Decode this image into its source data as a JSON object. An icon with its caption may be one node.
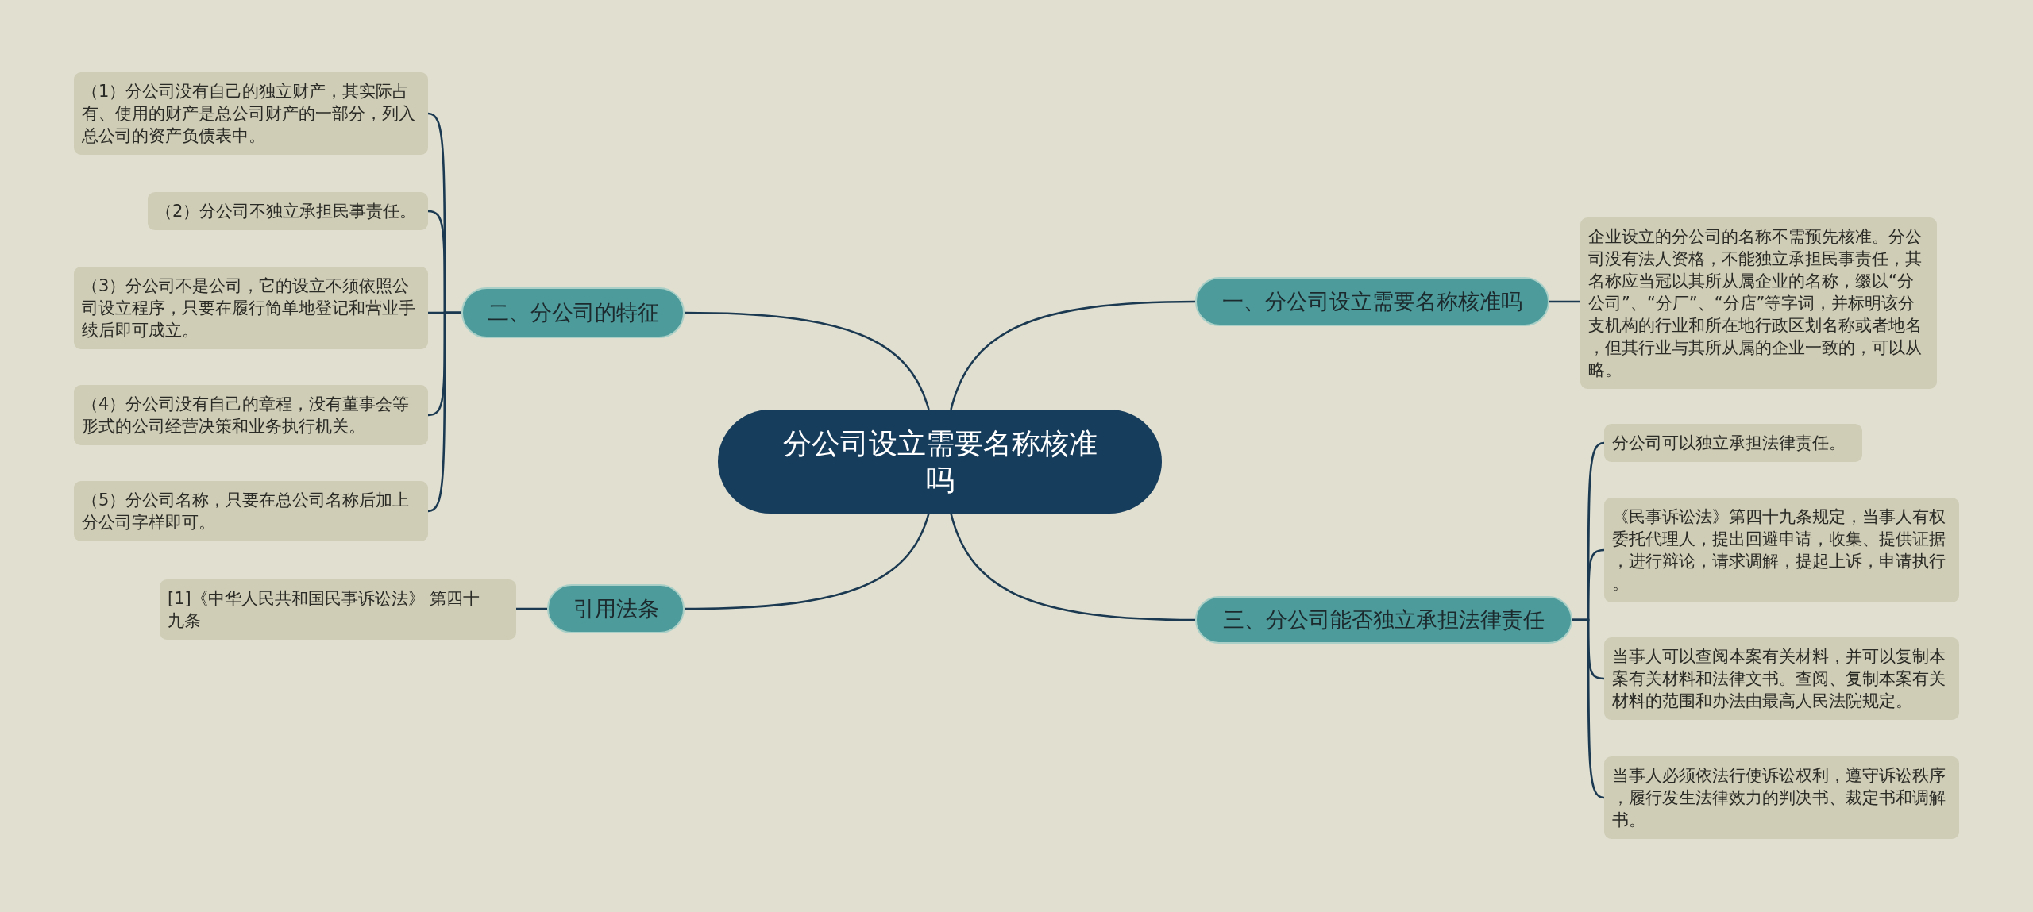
{
  "diagram": {
    "nodes": [
      {
        "text": [
          "分公司设立需要名称核准吗"
        ]
      },
      {
        "text": [
          "一、分公司设立需要名称核准吗"
        ]
      },
      {
        "text": [
          "企业设立的分公司的名称不需预先核准。分公司没有法人资格，不能独立承担民事责任，其名称应当冠以其所从属企业的名称，缀以“分公司”、“分厂”、“分店”等字词，并标明该分支机构的行业和所在地行政区划名称或者地名，但其行业与其所从属的企业一致的，可以从略。"
        ]
      },
      {
        "text": [
          "二、分公司的特征"
        ]
      },
      {
        "text": [
          "（1）分公司没有自己的独立财产，其实际占有、使用的财产是总公司财产的一部分，列入总公司的资产负债表中。"
        ]
      },
      {
        "text": [
          "（2）分公司不独立承担民事责任。"
        ]
      },
      {
        "text": [
          "（3）分公司不是公司，它的设立不须依照公司设立程序，只要在履行简单地登记和营业手续后即可成立。"
        ]
      },
      {
        "text": [
          "（4）分公司没有自己的章程，没有董事会等形式的公司经营决策和业务执行机关。"
        ]
      },
      {
        "text": [
          "（5）分公司名称，只要在总公司名称后加上分公司字样即可。"
        ]
      },
      {
        "text": [
          "引用法条"
        ]
      },
      {
        "text": [
          "[1]《中华人民共和国民事诉讼法》 第四十九条"
        ]
      },
      {
        "text": [
          "三、分公司能否独立承担法律责任"
        ]
      },
      {
        "text": [
          "分公司可以独立承担法律责任。"
        ]
      },
      {
        "text": [
          "《民事诉讼法》第四十九条规定，当事人有权委托代理人，提出回避申请，收集、提供证据，进行辩论，请求调解，提起上诉，申请执行。"
        ]
      },
      {
        "text": [
          "当事人可以查阅本案有关材料，并可以复制本案有关材料和法律文书。查阅、复制本案有关材料的范围和办法由最高人民法院规定。"
        ]
      },
      {
        "text": [
          "当事人必须依法行使诉讼权利，遵守诉讼秩序，履行发生法律效力的判决书、裁定书和调解书。"
        ]
      }
    ],
    "edges": [
      {
        "from": 0,
        "to": 1,
        "arrow": "none"
      },
      {
        "from": 1,
        "to": 2,
        "arrow": "none"
      },
      {
        "from": 0,
        "to": 3,
        "arrow": "none"
      },
      {
        "from": 3,
        "to": 4,
        "arrow": "none"
      },
      {
        "from": 3,
        "to": 5,
        "arrow": "none"
      },
      {
        "from": 3,
        "to": 6,
        "arrow": "none"
      },
      {
        "from": 3,
        "to": 7,
        "arrow": "none"
      },
      {
        "from": 3,
        "to": 8,
        "arrow": "none"
      },
      {
        "from": 0,
        "to": 9,
        "arrow": "none"
      },
      {
        "from": 9,
        "to": 10,
        "arrow": "none"
      },
      {
        "from": 0,
        "to": 11,
        "arrow": "none"
      },
      {
        "from": 11,
        "to": 12,
        "arrow": "none"
      },
      {
        "from": 11,
        "to": 13,
        "arrow": "none"
      },
      {
        "from": 11,
        "to": 14,
        "arrow": "none"
      },
      {
        "from": 11,
        "to": 15,
        "arrow": "none"
      }
    ]
  }
}
